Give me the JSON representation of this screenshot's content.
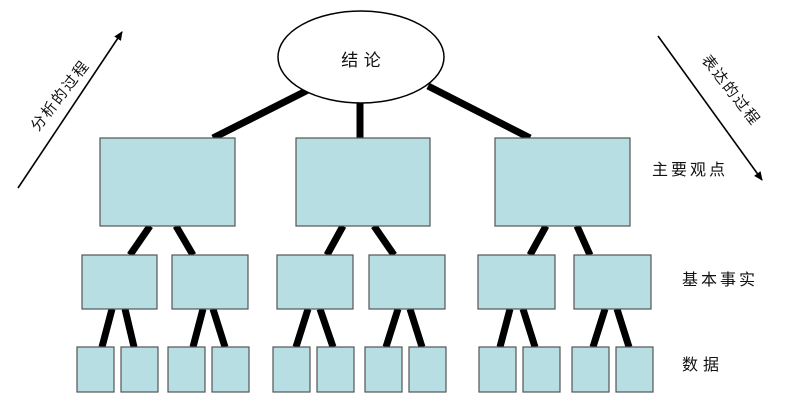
{
  "root": {
    "label": "结 论"
  },
  "levels": {
    "main_points": "主要观点",
    "basic_facts": "基本事实",
    "data": "数据"
  },
  "arrows": {
    "left": "分析的过程",
    "right": "表达的过程"
  },
  "colors": {
    "box_fill": "#b7dfe3",
    "box_stroke": "#555555",
    "connector": "#000000",
    "ellipse_fill": "#ffffff"
  }
}
